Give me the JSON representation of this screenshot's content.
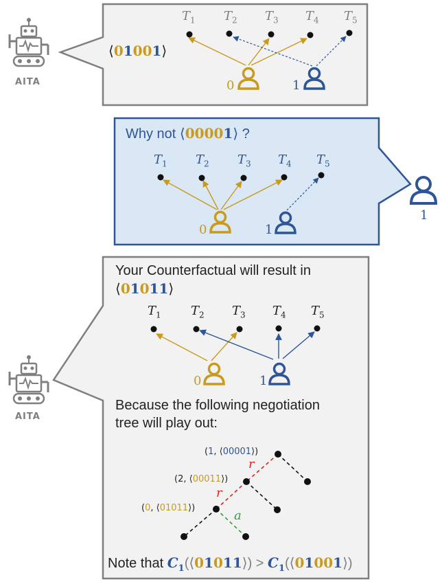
{
  "robot_label": "AITA",
  "panel1": {
    "seq_prefix": "⟨",
    "seq": [
      {
        "ch": "0",
        "c": "gold"
      },
      {
        "ch": "1",
        "c": "blue"
      },
      {
        "ch": "0",
        "c": "gold"
      },
      {
        "ch": "0",
        "c": "gold"
      },
      {
        "ch": "1",
        "c": "blue"
      }
    ],
    "seq_suffix": "⟩",
    "tasks": [
      {
        "base": "T",
        "sub": "1"
      },
      {
        "base": "T",
        "sub": "2"
      },
      {
        "base": "T",
        "sub": "3"
      },
      {
        "base": "T",
        "sub": "4"
      },
      {
        "base": "T",
        "sub": "5"
      }
    ],
    "agent0": "0",
    "agent1": "1"
  },
  "panel2": {
    "question_start": "Why not ⟨",
    "question_seq": [
      {
        "ch": "0",
        "c": "gold"
      },
      {
        "ch": "0",
        "c": "gold"
      },
      {
        "ch": "0",
        "c": "gold"
      },
      {
        "ch": "0",
        "c": "gold"
      },
      {
        "ch": "1",
        "c": "blue"
      }
    ],
    "question_end": "⟩ ?",
    "tasks": [
      {
        "base": "T",
        "sub": "1"
      },
      {
        "base": "T",
        "sub": "2"
      },
      {
        "base": "T",
        "sub": "3"
      },
      {
        "base": "T",
        "sub": "4"
      },
      {
        "base": "T",
        "sub": "5"
      }
    ],
    "agent0": "0",
    "agent1": "1",
    "user_label": "1"
  },
  "panel3": {
    "line1": "Your Counterfactual will result in",
    "seq_prefix": "⟨",
    "seq": [
      {
        "ch": "0",
        "c": "gold"
      },
      {
        "ch": "1",
        "c": "blue"
      },
      {
        "ch": "0",
        "c": "gold"
      },
      {
        "ch": "1",
        "c": "blue"
      },
      {
        "ch": "1",
        "c": "blue"
      }
    ],
    "seq_suffix": "⟩",
    "tasks": [
      {
        "base": "T",
        "sub": "1"
      },
      {
        "base": "T",
        "sub": "2"
      },
      {
        "base": "T",
        "sub": "3"
      },
      {
        "base": "T",
        "sub": "4"
      },
      {
        "base": "T",
        "sub": "5"
      }
    ],
    "agent0": "0",
    "agent1": "1",
    "because_line1": "Because the following negotiation",
    "because_line2": "tree will play out:",
    "tree": {
      "node1": {
        "open": "(",
        "agent": "1",
        "sep": ", ⟨",
        "seq": "00001",
        "close": "⟩)"
      },
      "node2": {
        "open": "(",
        "agent": "2",
        "sep": ", ⟨",
        "seq": "00011",
        "close": "⟩)"
      },
      "node3": {
        "open": "(",
        "agent": "0",
        "sep": ", ⟨",
        "seq": "01011",
        "close": "⟩)"
      },
      "edge_r1": "r",
      "edge_r2": "r",
      "edge_a": "a"
    },
    "note_prefix": "Note that ",
    "c_symbol": "C",
    "c_sub": "1",
    "cmp_open": "(⟨",
    "cmp_close": "⟩)",
    "cmp_op": " > ",
    "seq_left": [
      {
        "ch": "0",
        "c": "gold"
      },
      {
        "ch": "1",
        "c": "blue"
      },
      {
        "ch": "0",
        "c": "gold"
      },
      {
        "ch": "1",
        "c": "blue"
      },
      {
        "ch": "1",
        "c": "blue"
      }
    ],
    "seq_right": [
      {
        "ch": "0",
        "c": "gold"
      },
      {
        "ch": "1",
        "c": "blue"
      },
      {
        "ch": "0",
        "c": "gold"
      },
      {
        "ch": "0",
        "c": "gold"
      },
      {
        "ch": "1",
        "c": "blue"
      }
    ]
  },
  "colors": {
    "gold": "#c89a1e",
    "blue": "#2d5597",
    "red": "#e02020",
    "green": "#2e9e3e",
    "gray": "#7f7f7f"
  }
}
